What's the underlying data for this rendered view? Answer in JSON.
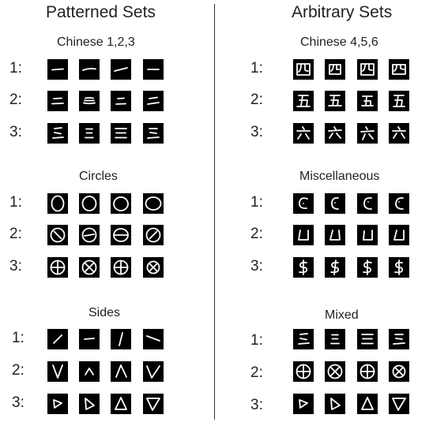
{
  "headings": {
    "left": "Patterned Sets",
    "right": "Arbitrary Sets"
  },
  "left": {
    "sections": [
      {
        "title": "Chinese 1,2,3",
        "rows": [
          "1:",
          "2:",
          "3:"
        ]
      },
      {
        "title": "Circles",
        "rows": [
          "1:",
          "2:",
          "3:"
        ]
      },
      {
        "title": "Sides",
        "rows": [
          "1:",
          "2:",
          "3:"
        ]
      }
    ]
  },
  "right": {
    "sections": [
      {
        "title": "Chinese 4,5,6",
        "rows": [
          "1:",
          "2:",
          "3:"
        ]
      },
      {
        "title": "Miscellaneous",
        "rows": [
          "1:",
          "2:",
          "3:"
        ]
      },
      {
        "title": "Mixed",
        "rows": [
          "1:",
          "2:",
          "3:"
        ]
      }
    ]
  },
  "symbol_icons": {
    "chinese": [
      "chinese-one-icon",
      "chinese-two-icon",
      "chinese-three-icon",
      "chinese-four-icon",
      "chinese-five-icon",
      "chinese-six-icon"
    ],
    "circles": [
      "circle-icon",
      "circle-with-line-icon",
      "circle-with-cross-icon"
    ],
    "sides": [
      "line-icon",
      "caret-icon",
      "triangle-icon"
    ],
    "misc": [
      "c-with-dot-icon",
      "square-bracket-icon",
      "dollar-icon"
    ]
  },
  "colors": {
    "tile_background": "#000000",
    "symbol_stroke": "#ffffff",
    "text": "#222222"
  }
}
